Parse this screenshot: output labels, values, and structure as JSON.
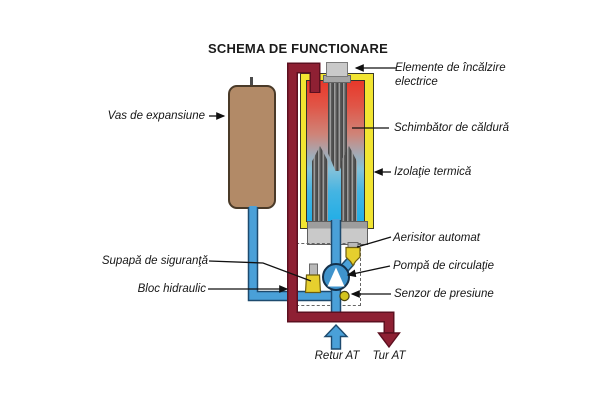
{
  "title": "SCHEMA DE FUNCTIONARE",
  "labels": {
    "vas": "Vas de expansiune",
    "elemente": "Elemente de încălzire\nelectrice",
    "schimbator": "Schimbător de căldură",
    "izolatie": "Izolaţie  termică",
    "aerisitor": "Aerisitor automat",
    "pompa": "Pompă de circulaţie",
    "senzor": "Senzor de presiune",
    "supapa": "Supapă de siguranţă",
    "bloc": "Bloc hidraulic",
    "retur": "Retur AT",
    "tur": "Tur AT"
  },
  "colors": {
    "pipe-hot": "#8e2033",
    "pipe-hot-outline": "#5c1020",
    "pipe-cold": "#4aa0d8",
    "pipe-cold-outline": "#1d4a6e",
    "insulation-yellow": "#f2e531",
    "tank-hot": "#e8382a",
    "tank-cold": "#22aee6",
    "vessel-brown": "#b28a67",
    "vessel-border": "#4a3a28",
    "metal-gray": "#c9c9c9",
    "brass-yellow": "#e6cf2e",
    "pump-blue": "#3f93cc",
    "sensor-yellow": "#d2c41e",
    "label-color": "#161616"
  }
}
